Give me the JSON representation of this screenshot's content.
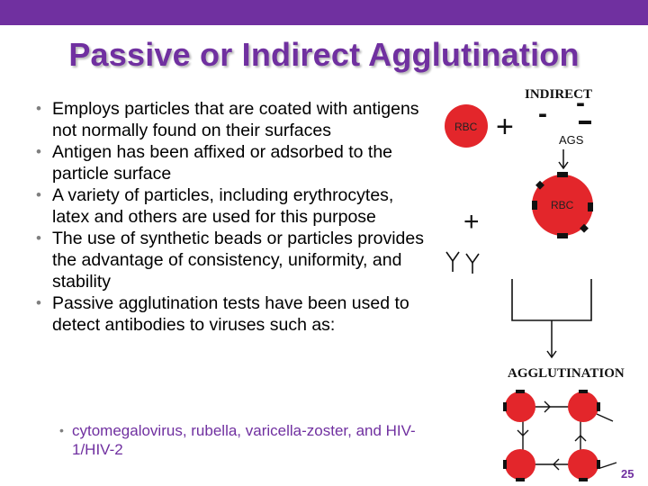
{
  "slide": {
    "title": "Passive or Indirect Agglutination",
    "bullets": [
      "Employs particles that are coated with antigens not normally found on their surfaces",
      "Antigen has been affixed or adsorbed to the particle surface",
      "A variety of particles, including erythrocytes, latex and others are used for this purpose",
      "The use of synthetic beads or particles provides the advantage of consistency, uniformity, and stability",
      "Passive agglutination tests have been used to detect antibodies to viruses such as:"
    ],
    "sub_bullets": [
      "cytomegalovirus, rubella, varicella-zoster, and HIV-1/HIV-2"
    ],
    "page_number": "25"
  },
  "diagram": {
    "label_indirect": "INDIRECT",
    "label_rbc_1": "RBC",
    "label_rbc_2": "RBC",
    "label_ags": "AGS",
    "label_agglutination": "AGGLUTINATION",
    "plus_1": "+",
    "plus_2": "+",
    "minus_1": "-",
    "minus_2": "-"
  },
  "colors": {
    "accent": "#7030a0",
    "rbc": "#e3262b",
    "bullet_marker": "#7f7f7f"
  }
}
